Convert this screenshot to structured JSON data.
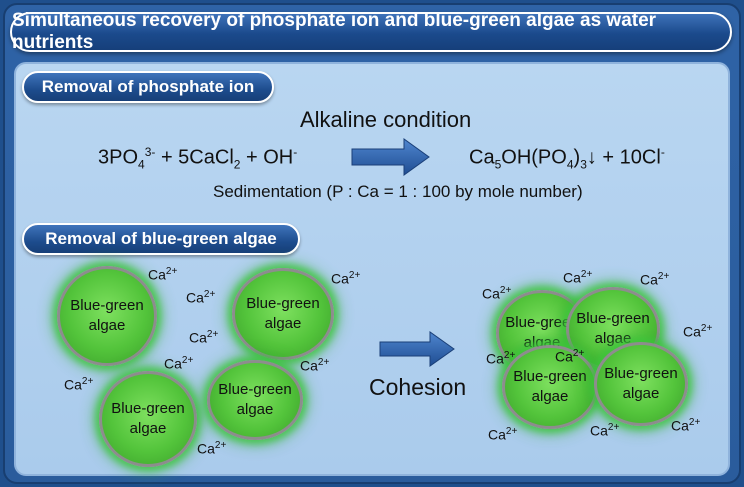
{
  "title": "Simultaneous recovery of phosphate ion and blue-green algae as water nutrients",
  "section1": {
    "label": "Removal of phosphate ion",
    "condition": "Alkaline condition",
    "reactants": {
      "coef1": "3PO",
      "sub1": "4",
      "sup1": "3-",
      "plus1": " + 5CaCl",
      "sub2": "2",
      "plus2": " + OH",
      "sup2": "-"
    },
    "products": {
      "p1": "Ca",
      "sub1": "5",
      "p2": "OH(PO",
      "sub2": "4",
      "p3": ")",
      "sub3": "3",
      "p4": "↓ + 10Cl",
      "sup1": "-"
    },
    "note": "Sedimentation (P : Ca = 1 : 100 by mole number)"
  },
  "section2": {
    "label": "Removal of blue-green algae",
    "algae_label": "Blue-green\nalgae",
    "ion": "Ca",
    "charge": "2+",
    "arrow_label": "Cohesion"
  },
  "colors": {
    "frame": "#2a5c9c",
    "panel": "#b9d6f1",
    "algae": "#53c43b",
    "arrow": "#2d5fa8"
  }
}
